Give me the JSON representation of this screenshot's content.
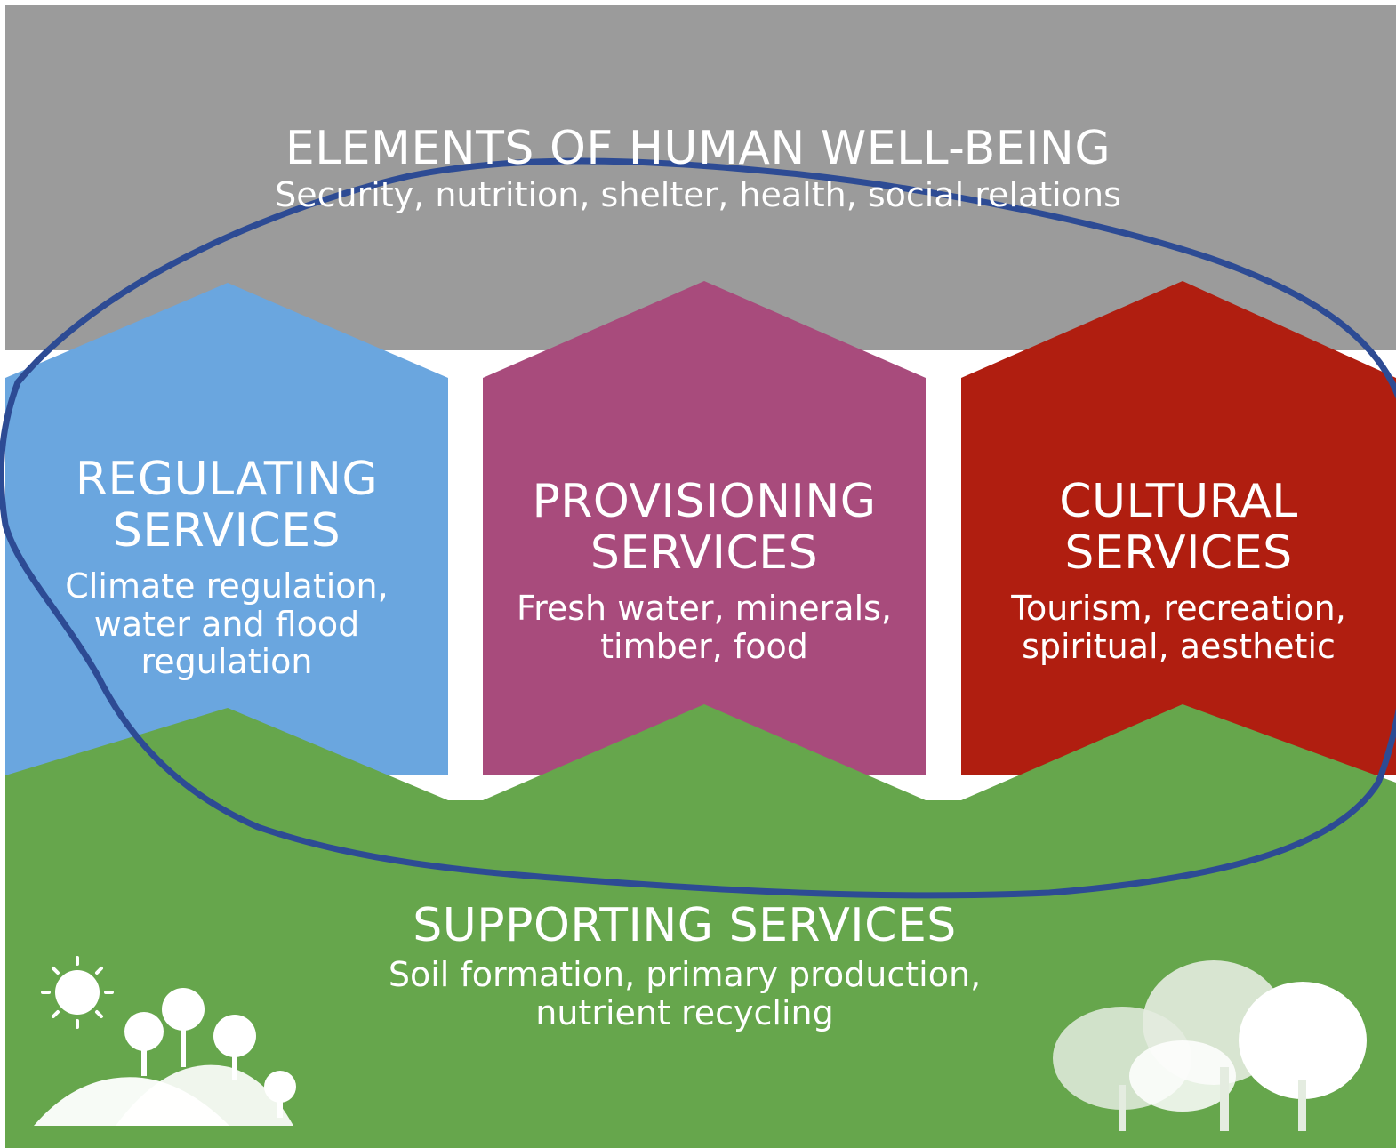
{
  "colors": {
    "top_band": "#9b9b9b",
    "regulating": "#6aa6df",
    "provisioning": "#a84b7c",
    "cultural": "#b01e10",
    "supporting": "#66a64c",
    "annotation_ellipse": "#2d4b94",
    "text": "#ffffff"
  },
  "well_being": {
    "title": "ELEMENTS OF HUMAN WELL-BEING",
    "items": "Security, nutrition, shelter, health, social relations"
  },
  "services": [
    {
      "title": "REGULATING\nSERVICES",
      "description": "Climate regulation,\nwater and flood\nregulation"
    },
    {
      "title": "PROVISIONING\nSERVICES",
      "description": "Fresh water, minerals,\ntimber, food"
    },
    {
      "title": "CULTURAL\nSERVICES",
      "description": "Tourism, recreation,\nspiritual, aesthetic"
    }
  ],
  "supporting": {
    "title": "SUPPORTING SERVICES",
    "description": "Soil formation, primary production,\nnutrient recycling"
  },
  "icons": {
    "left": "sun-hills-trees-icon",
    "right": "tree-cluster-icon"
  }
}
